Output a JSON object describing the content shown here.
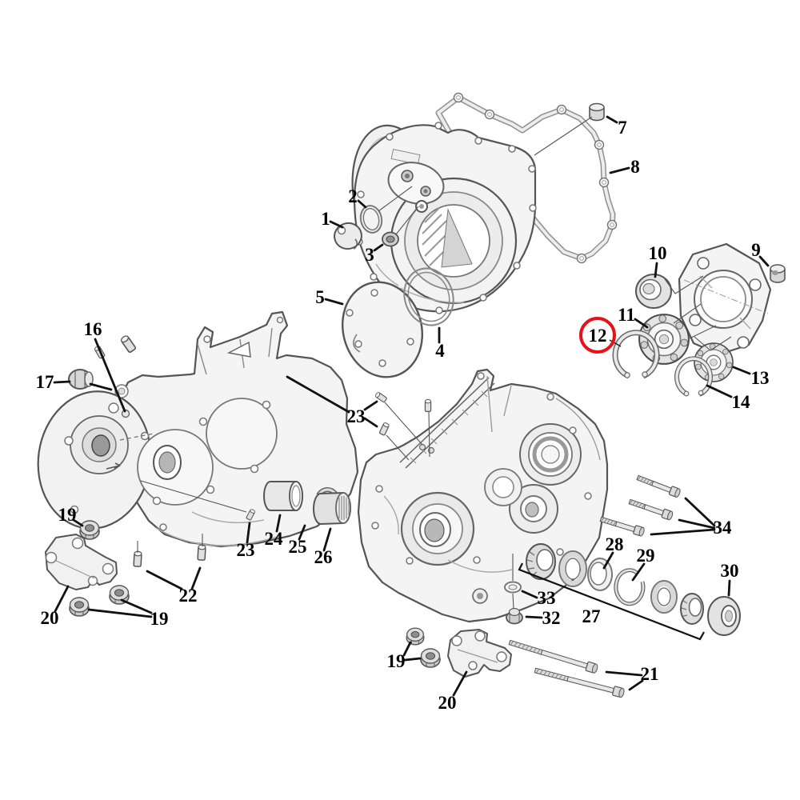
{
  "diagram": {
    "type": "exploded-parts-diagram",
    "highlighted_part": "12",
    "part_numbers_visible": [
      "1",
      "2",
      "3",
      "4",
      "5",
      "7",
      "8",
      "9",
      "10",
      "11",
      "12",
      "13",
      "14",
      "16",
      "17",
      "19",
      "20",
      "21",
      "22",
      "23",
      "24",
      "25",
      "26",
      "27",
      "28",
      "29",
      "30",
      "32",
      "33",
      "34"
    ]
  },
  "labels": {
    "n1": "1",
    "n2": "2",
    "n3": "3",
    "n4": "4",
    "n5": "5",
    "n7": "7",
    "n8": "8",
    "n9": "9",
    "n10": "10",
    "n11": "11",
    "n12": "12",
    "n13": "13",
    "n14": "14",
    "n16": "16",
    "n17": "17",
    "n19": "19",
    "n20": "20",
    "n21": "21",
    "n22": "22",
    "n23": "23",
    "n24": "24",
    "n25": "25",
    "n26": "26",
    "n27": "27",
    "n28": "28",
    "n29": "29",
    "n30": "30",
    "n32": "32",
    "n33": "33",
    "n34": "34"
  },
  "colors": {
    "background": "#ffffff",
    "line": "#555555",
    "label": "#000000",
    "highlight_circle": "#e8111a",
    "fill_light": "#f4f4f4",
    "fill_mid": "#d9d9d9"
  }
}
